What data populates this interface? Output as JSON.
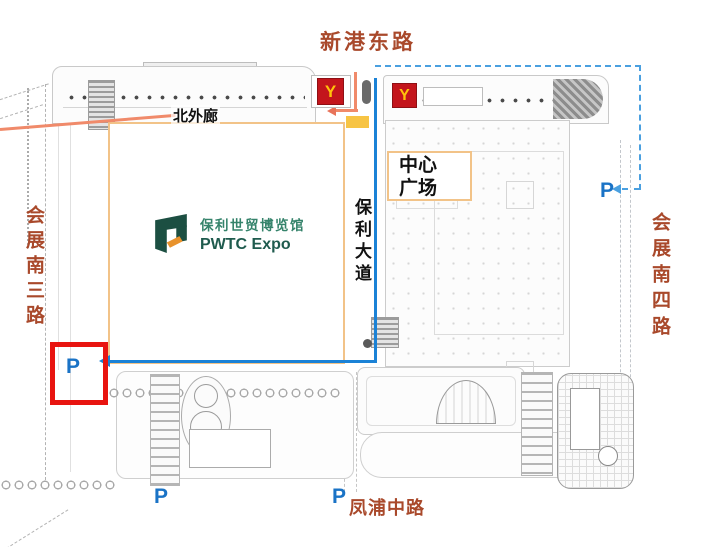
{
  "title": "PWTC Expo site and parking map",
  "roads": {
    "top": "新港东路",
    "left": "会展南三路",
    "right": "会展南四路",
    "bottom": "凤浦中路",
    "avenue": "保利大道"
  },
  "labels": {
    "north_corridor": "北外廊",
    "central_plaza_line1": "中心",
    "central_plaza_line2": "广场"
  },
  "venue": {
    "name_cn": "保利世贸博览馆",
    "name_en": "PWTC Expo"
  },
  "parking": {
    "symbol": "P",
    "markers": [
      {
        "id": "west-highlighted",
        "highlighted": true
      },
      {
        "id": "east",
        "highlighted": false
      },
      {
        "id": "south-west",
        "highlighted": false
      },
      {
        "id": "south-center",
        "highlighted": false
      }
    ]
  },
  "gate": {
    "glyph": "Y"
  },
  "colors": {
    "road_label": "#A9492B",
    "route_solid_blue": "#1B82D6",
    "route_dashed_blue": "#4AA0E0",
    "highlight_box_red": "#E81410",
    "parking_blue": "#1A73C6",
    "gate_red": "#C3151C",
    "gate_yellow": "#FFC30B",
    "hall_border_orange": "#F2C388",
    "corridor_salmon": "#F08A6A",
    "entrance_yellow": "#F7C444",
    "logo_green": "#1C4F42",
    "logo_text_green": "#35836B"
  }
}
